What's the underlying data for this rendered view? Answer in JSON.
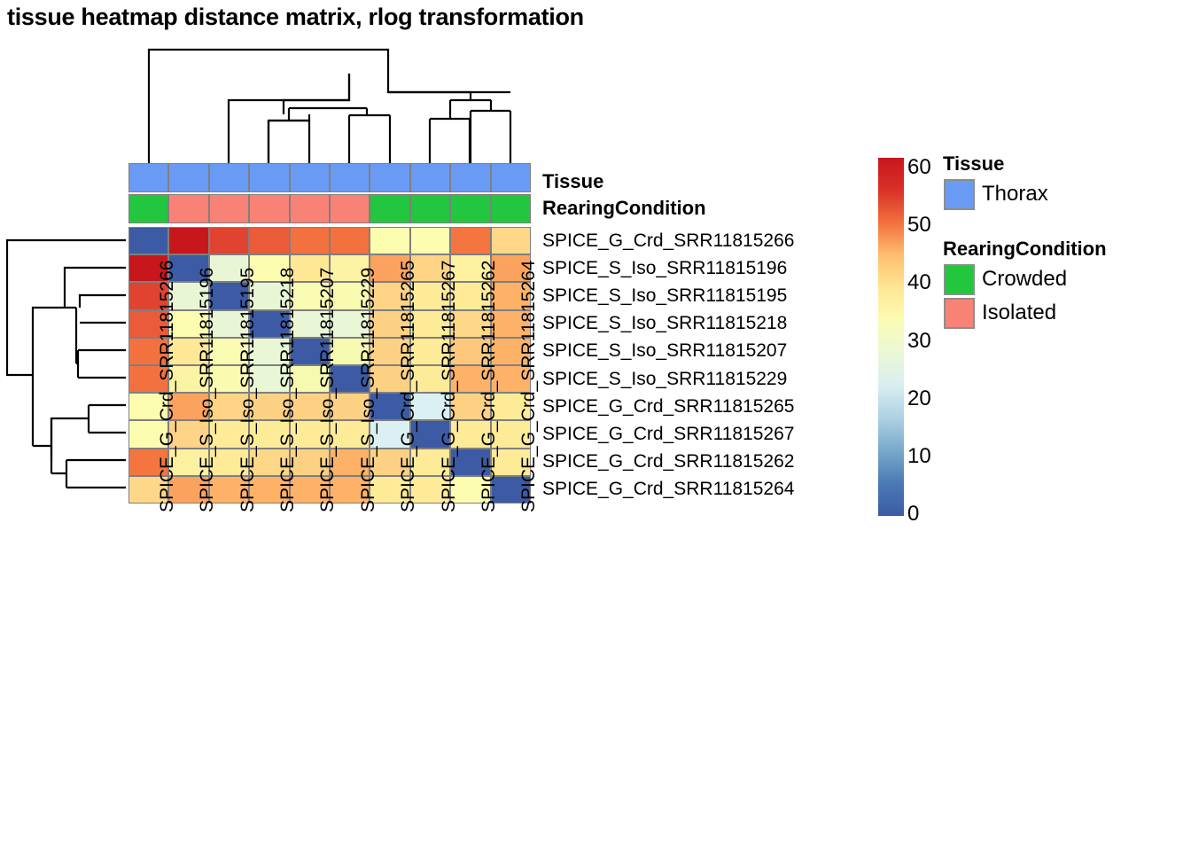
{
  "title": "tissue heatmap distance matrix, rlog transformation",
  "samples": [
    "SPICE_G_Crd_SRR11815266",
    "SPICE_S_Iso_SRR11815196",
    "SPICE_S_Iso_SRR11815195",
    "SPICE_S_Iso_SRR11815218",
    "SPICE_S_Iso_SRR11815207",
    "SPICE_S_Iso_SRR11815229",
    "SPICE_G_Crd_SRR11815265",
    "SPICE_G_Crd_SRR11815267",
    "SPICE_G_Crd_SRR11815262",
    "SPICE_G_Crd_SRR11815264"
  ],
  "annotation_rows": [
    {
      "name": "Tissue",
      "values": [
        "Thorax",
        "Thorax",
        "Thorax",
        "Thorax",
        "Thorax",
        "Thorax",
        "Thorax",
        "Thorax",
        "Thorax",
        "Thorax"
      ]
    },
    {
      "name": "RearingCondition",
      "values": [
        "Crowded",
        "Isolated",
        "Isolated",
        "Isolated",
        "Isolated",
        "Isolated",
        "Crowded",
        "Crowded",
        "Crowded",
        "Crowded"
      ]
    }
  ],
  "legend": [
    {
      "title": "Tissue",
      "items": [
        {
          "label": "Thorax",
          "color": "#6a9bf4"
        }
      ]
    },
    {
      "title": "RearingCondition",
      "items": [
        {
          "label": "Crowded",
          "color": "#22c63f"
        },
        {
          "label": "Isolated",
          "color": "#f98277"
        }
      ]
    }
  ],
  "colorbar": {
    "ticks": [
      60,
      50,
      40,
      30,
      20,
      10,
      0
    ],
    "min": 0,
    "max": 62,
    "colormap": "RdYlBu-reversed"
  },
  "chart_data": {
    "type": "heatmap",
    "title": "tissue heatmap distance matrix, rlog transformation",
    "xlabel": "",
    "ylabel": "",
    "x": [
      "SPICE_G_Crd_SRR11815266",
      "SPICE_S_Iso_SRR11815196",
      "SPICE_S_Iso_SRR11815195",
      "SPICE_S_Iso_SRR11815218",
      "SPICE_S_Iso_SRR11815207",
      "SPICE_S_Iso_SRR11815229",
      "SPICE_G_Crd_SRR11815265",
      "SPICE_G_Crd_SRR11815267",
      "SPICE_G_Crd_SRR11815262",
      "SPICE_G_Crd_SRR11815264"
    ],
    "y": [
      "SPICE_G_Crd_SRR11815266",
      "SPICE_S_Iso_SRR11815196",
      "SPICE_S_Iso_SRR11815195",
      "SPICE_S_Iso_SRR11815218",
      "SPICE_S_Iso_SRR11815207",
      "SPICE_S_Iso_SRR11815229",
      "SPICE_G_Crd_SRR11815265",
      "SPICE_G_Crd_SRR11815267",
      "SPICE_G_Crd_SRR11815262",
      "SPICE_G_Crd_SRR11815264"
    ],
    "zlim": [
      0,
      62
    ],
    "values": [
      [
        0,
        60,
        55,
        52,
        50,
        50,
        31,
        31,
        50,
        37
      ],
      [
        60,
        0,
        25,
        30,
        33,
        32,
        43,
        37,
        33,
        43
      ],
      [
        55,
        25,
        0,
        25,
        29,
        28,
        38,
        35,
        34,
        41
      ],
      [
        52,
        30,
        25,
        0,
        26,
        26,
        37,
        34,
        36,
        42
      ],
      [
        50,
        33,
        29,
        26,
        0,
        27,
        35,
        34,
        38,
        42
      ],
      [
        50,
        32,
        28,
        26,
        27,
        0,
        36,
        33,
        40,
        41
      ],
      [
        31,
        43,
        38,
        37,
        35,
        36,
        0,
        22,
        38,
        34
      ],
      [
        31,
        37,
        35,
        34,
        34,
        33,
        22,
        0,
        35,
        34
      ],
      [
        50,
        33,
        34,
        36,
        38,
        40,
        38,
        35,
        0,
        34
      ],
      [
        37,
        43,
        41,
        42,
        42,
        41,
        34,
        34,
        34,
        0
      ]
    ],
    "cell_colors": [
      [
        "#3c5ba4",
        "#c8161d",
        "#e04430",
        "#ea5b3a",
        "#f3713f",
        "#f3713f",
        "#fdfdb0",
        "#fdfdb0",
        "#f4753f",
        "#fed888"
      ],
      [
        "#c8161d",
        "#3c5ba4",
        "#e8f6d5",
        "#fdfdb0",
        "#fee895",
        "#fdf3a4",
        "#fba35e",
        "#fed385",
        "#fdf0a0",
        "#fba35e"
      ],
      [
        "#e04430",
        "#e8f6d5",
        "#3c5ba4",
        "#e8f6d5",
        "#fbfcb4",
        "#f9fbb0",
        "#fed385",
        "#fdeb98",
        "#fdeb98",
        "#fdb268"
      ],
      [
        "#ea5b3a",
        "#fdfdb0",
        "#e8f6d5",
        "#3c5ba4",
        "#eaf7d6",
        "#eaf7d6",
        "#fdd184",
        "#fdeb98",
        "#fed888",
        "#fdb268"
      ],
      [
        "#f3713f",
        "#fee895",
        "#fbfcb4",
        "#eaf7d6",
        "#3c5ba4",
        "#f6fab0",
        "#fdd184",
        "#fdeb98",
        "#fdc87c",
        "#fdb268"
      ],
      [
        "#f3713f",
        "#fdf3a4",
        "#f9fbb0",
        "#eaf7d6",
        "#f6fab0",
        "#3c5ba4",
        "#fdd184",
        "#fdeb98",
        "#fdb268",
        "#fdb268"
      ],
      [
        "#fdfdb0",
        "#fba35e",
        "#fed385",
        "#fdd184",
        "#fdd184",
        "#fdd184",
        "#3c5ba4",
        "#daf0f2",
        "#fdd184",
        "#fdeb98"
      ],
      [
        "#fdfdb0",
        "#fed385",
        "#fdeb98",
        "#fdeb98",
        "#fdeb98",
        "#fdeb98",
        "#daf0f2",
        "#3c5ba4",
        "#fdeb98",
        "#fdeb98"
      ],
      [
        "#f4753f",
        "#fdf0a0",
        "#fdeb98",
        "#fed888",
        "#fdd184",
        "#fdb268",
        "#fdd184",
        "#fdeb98",
        "#3c5ba4",
        "#fdeb98"
      ],
      [
        "#fed888",
        "#fba35e",
        "#fdb268",
        "#fdb268",
        "#fdb268",
        "#fdb268",
        "#fdeb98",
        "#fdeb98",
        "#fdfdb0",
        "#3c5ba4"
      ]
    ]
  }
}
